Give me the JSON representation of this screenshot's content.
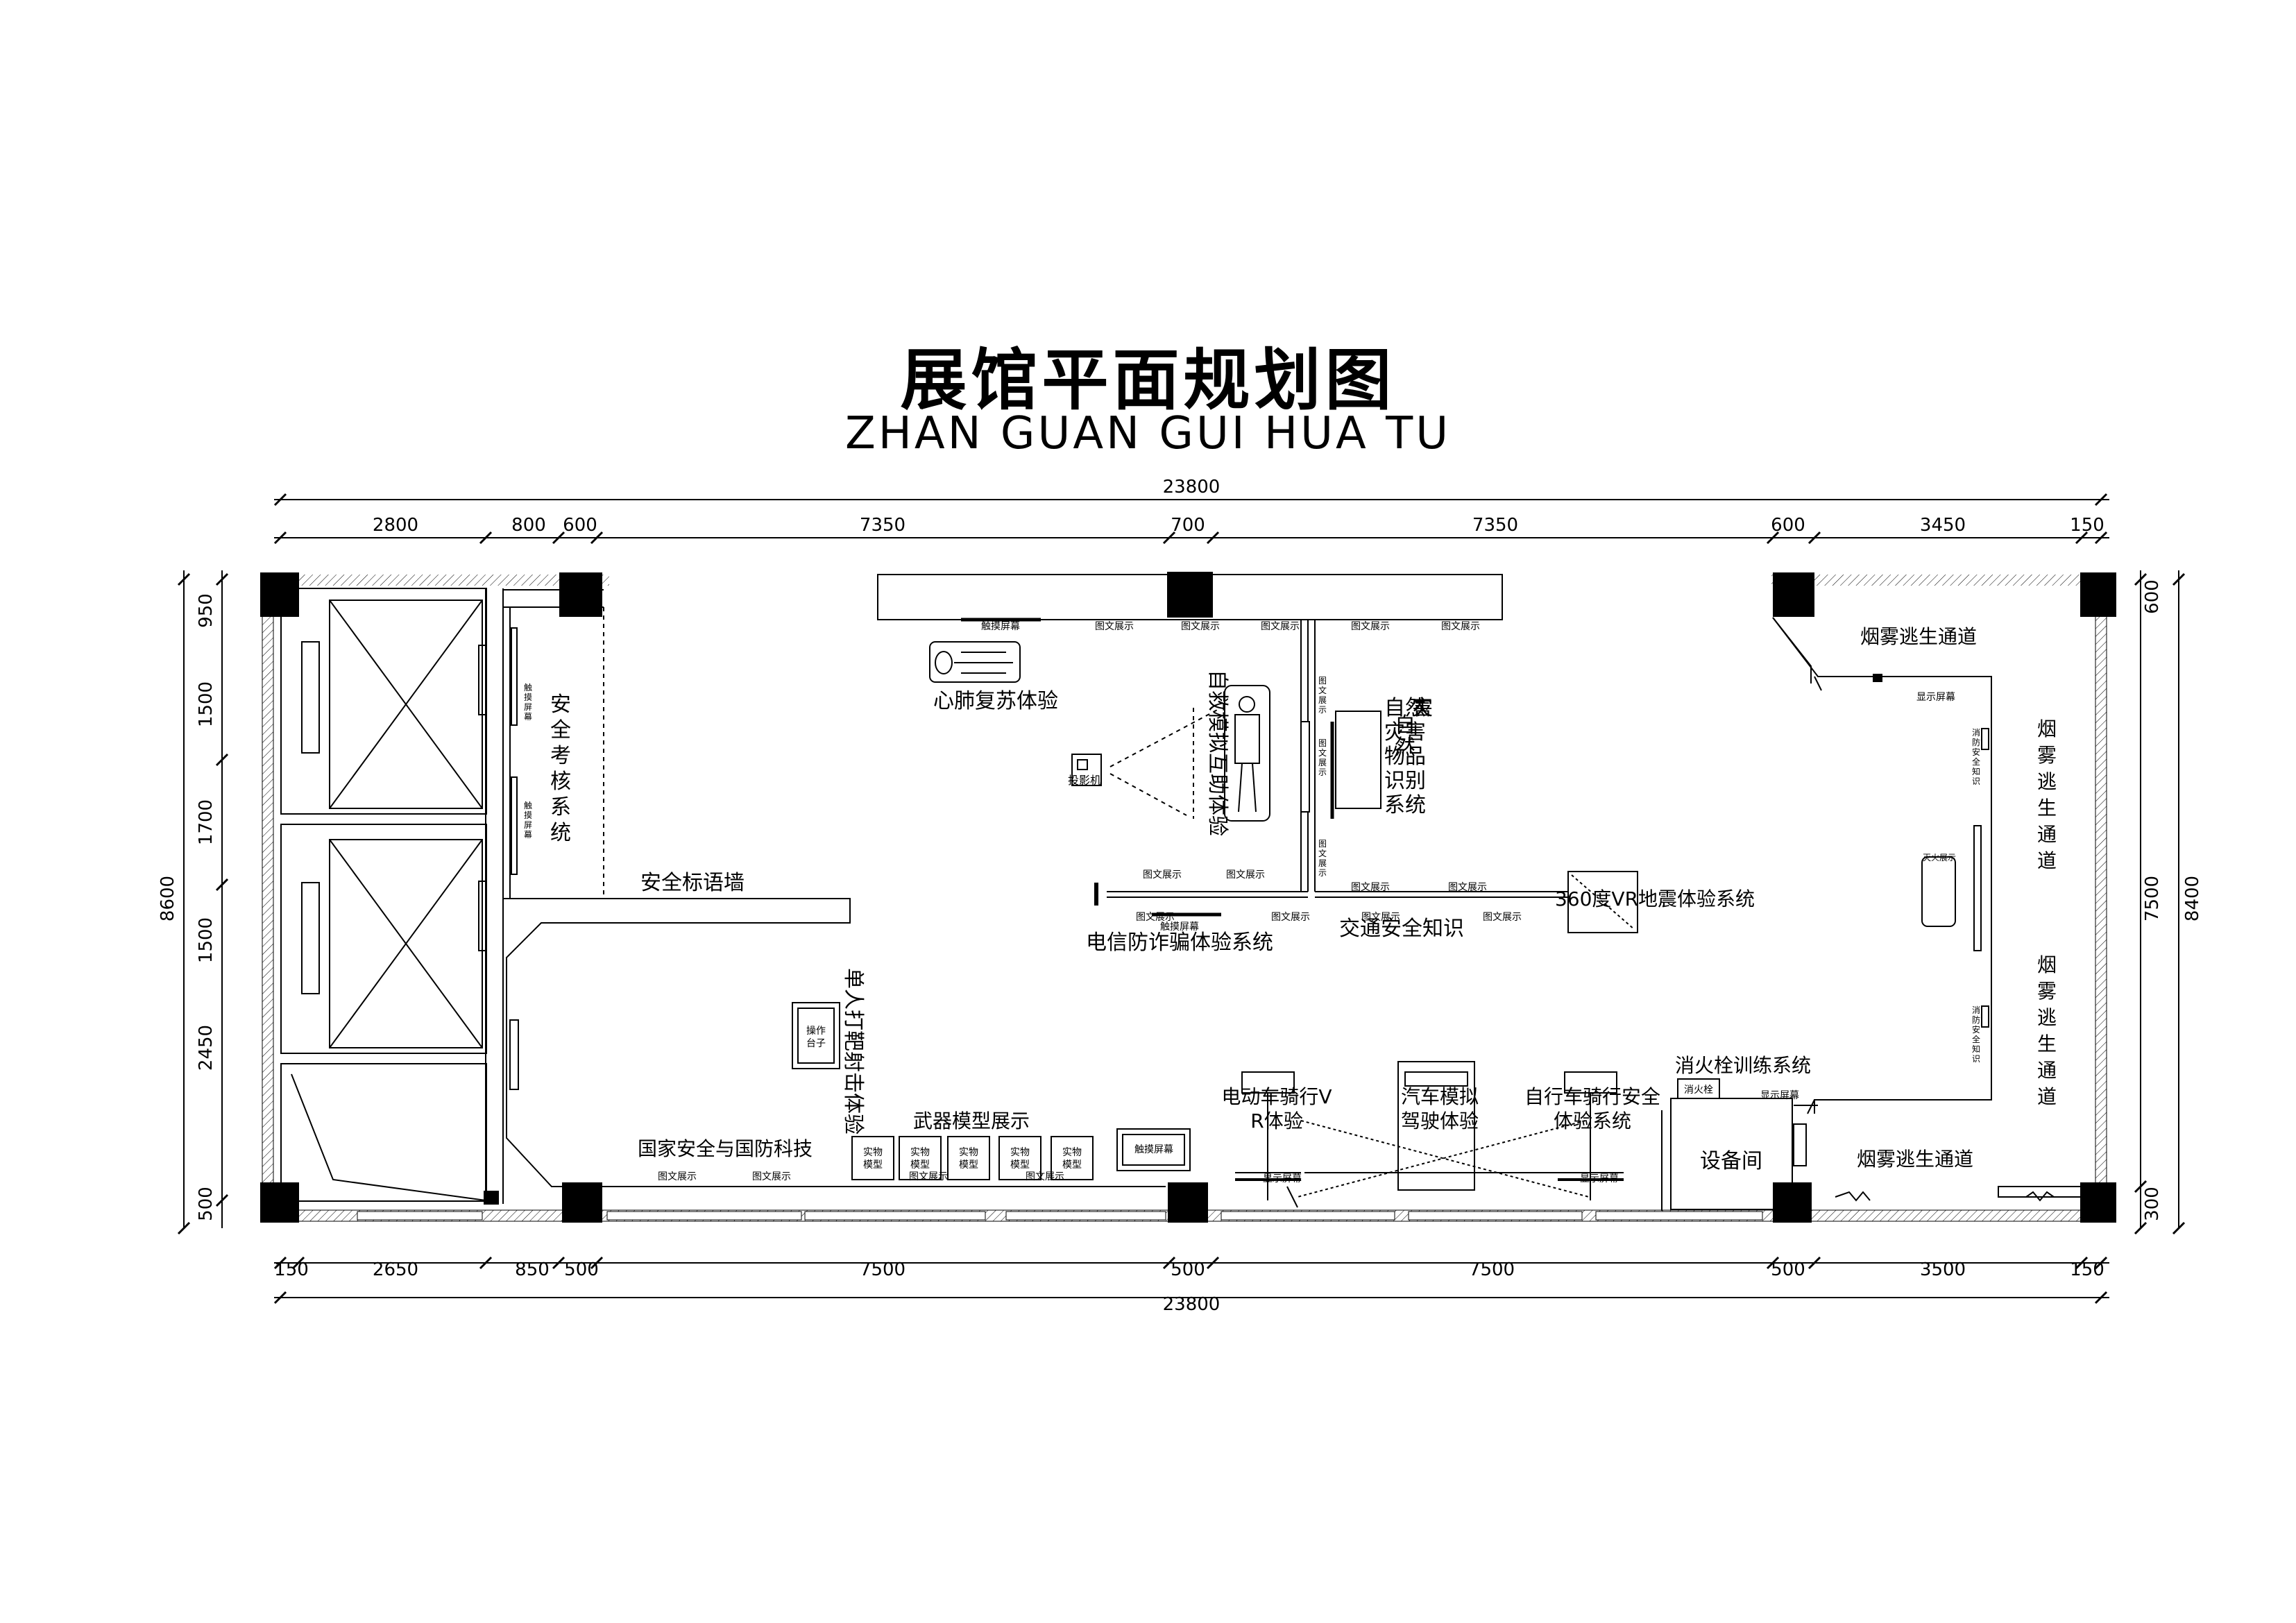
{
  "title": "展馆平面规划图",
  "subtitle": "ZHAN GUAN GUI HUA TU",
  "dimensions": {
    "top_total": "23800",
    "top": [
      "2800",
      "800",
      "600",
      "7350",
      "700",
      "7350",
      "600",
      "3450",
      "150"
    ],
    "bottom": [
      "150",
      "2650",
      "850",
      "500",
      "7500",
      "500",
      "7500",
      "500",
      "3500",
      "150"
    ],
    "bottom_total": "23800",
    "left": [
      "950",
      "1500",
      "1700",
      "1500",
      "2450",
      "500"
    ],
    "left_total": "8600",
    "right": [
      "600",
      "7500",
      "300"
    ],
    "right_total": "8400"
  },
  "zones": {
    "safety_assessment": "安全考核系统",
    "slogan_wall": "安全标语墙",
    "cpr": "心肺复苏体验",
    "self_rescue": "自救模拟互助体验",
    "projector": "投影机",
    "disaster": "自然灾害物品识别系统",
    "vr_quake": "360度VR地震体验系统",
    "fraud": "电信防诈骗体验系统",
    "traffic": "交通安全知识",
    "shooting": "单人打靶射击体验",
    "console": "操作台子",
    "weapons": "武器模型展示",
    "national": "国家安全与国防科技",
    "ebike": "电动车骑行VR体验",
    "car_sim": "汽车模拟驾驶体验",
    "bike": "自行车骑行安全体验系统",
    "hydrant": "消火栓训练系统",
    "hydrant_label": "消火栓",
    "equipment": "设备间",
    "smoke_top": "烟雾逃生通道",
    "smoke_right1": "烟雾逃生通道",
    "smoke_right2": "烟雾逃生通道",
    "smoke_bottom": "烟雾逃生通道",
    "fire_knowledge": "消防安全知识",
    "fire_panel": "灭火展示"
  },
  "small_labels": {
    "touch_screen": "触摸屏幕",
    "graphic_display": "图文展示",
    "display_screen": "显示屏幕",
    "model": "实物模型"
  }
}
